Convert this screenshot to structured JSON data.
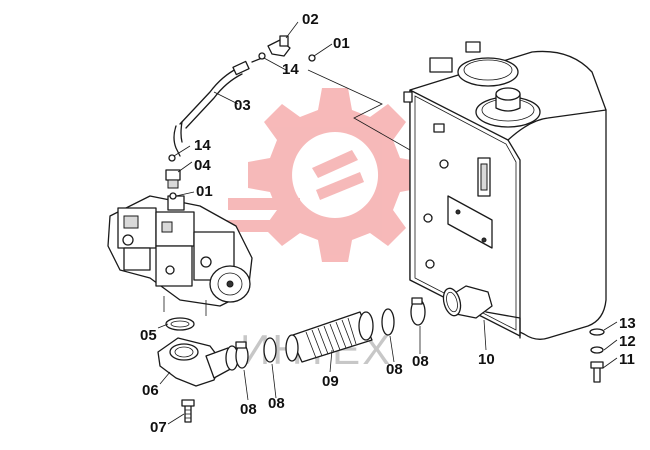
{
  "watermark": {
    "text": "ИНТЕХ",
    "color": "#f08080"
  },
  "callouts": [
    {
      "id": "c-02a",
      "text": "02"
    },
    {
      "id": "c-01a",
      "text": "01"
    },
    {
      "id": "c-14a",
      "text": "14"
    },
    {
      "id": "c-03",
      "text": "03"
    },
    {
      "id": "c-14b",
      "text": "14"
    },
    {
      "id": "c-04",
      "text": "04"
    },
    {
      "id": "c-01b",
      "text": "01"
    },
    {
      "id": "c-05",
      "text": "05"
    },
    {
      "id": "c-06",
      "text": "06"
    },
    {
      "id": "c-07",
      "text": "07"
    },
    {
      "id": "c-08a",
      "text": "08"
    },
    {
      "id": "c-08b",
      "text": "08"
    },
    {
      "id": "c-09",
      "text": "09"
    },
    {
      "id": "c-08c",
      "text": "08"
    },
    {
      "id": "c-08d",
      "text": "08"
    },
    {
      "id": "c-10",
      "text": "10"
    },
    {
      "id": "c-13",
      "text": "13"
    },
    {
      "id": "c-12",
      "text": "12"
    },
    {
      "id": "c-11",
      "text": "11"
    }
  ]
}
